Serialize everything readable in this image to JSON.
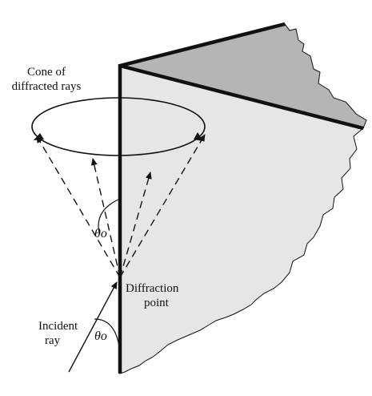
{
  "labels": {
    "cone_line1": "Cone of",
    "cone_line2": "diffracted rays",
    "diffraction_line1": "Diffraction",
    "diffraction_line2": "point",
    "incident_line1": "Incident",
    "incident_line2": "ray",
    "theta_upper": "θo",
    "theta_lower": "θo"
  },
  "colors": {
    "top_face": "#b5b5b5",
    "front_face": "#e6e6e6",
    "stroke": "#111111"
  }
}
